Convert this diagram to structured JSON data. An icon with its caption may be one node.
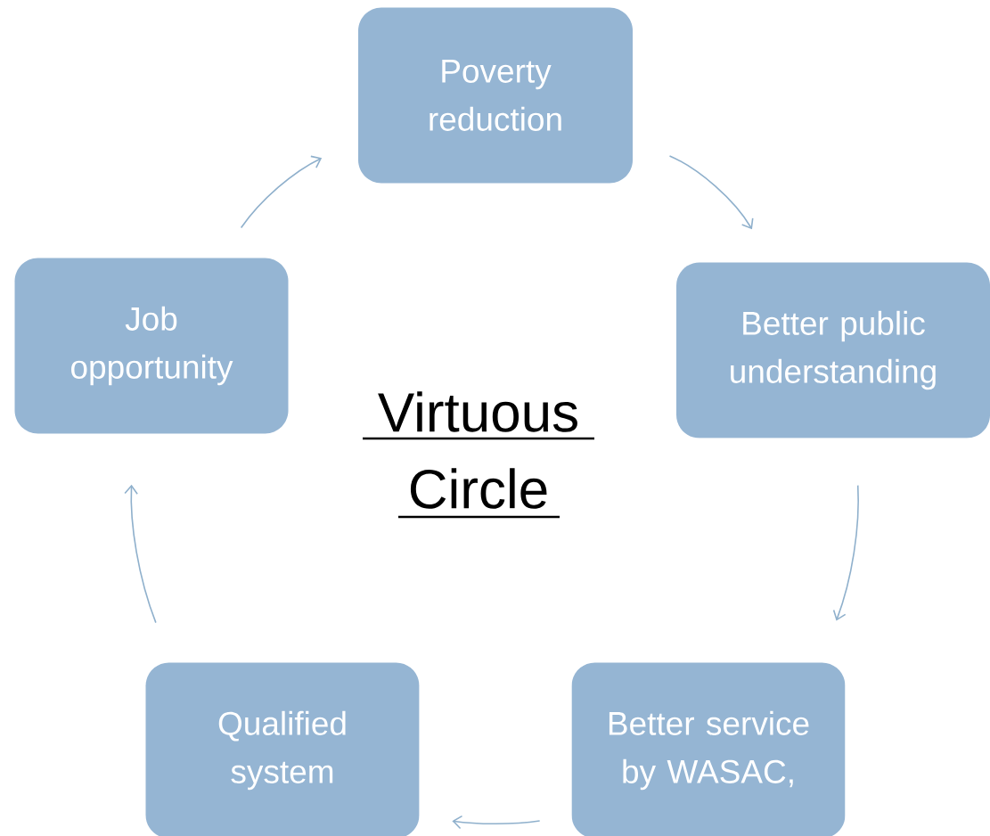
{
  "diagram": {
    "title": "Virtuous Circle",
    "nodes": [
      {
        "text": [
          "Poverty reduction"
        ]
      },
      {
        "text": [
          "Better public understanding"
        ]
      },
      {
        "text": [
          "Better service by WASAC,"
        ]
      },
      {
        "text": [
          "Qualified system"
        ]
      },
      {
        "text": [
          "Job opportunity"
        ]
      }
    ],
    "edges": [
      {
        "from": 0,
        "to": 1,
        "arrow": "to"
      },
      {
        "from": 1,
        "to": 2,
        "arrow": "to"
      },
      {
        "from": 2,
        "to": 3,
        "arrow": "to"
      },
      {
        "from": 3,
        "to": 4,
        "arrow": "to"
      },
      {
        "from": 4,
        "to": 0,
        "arrow": "to"
      }
    ]
  }
}
